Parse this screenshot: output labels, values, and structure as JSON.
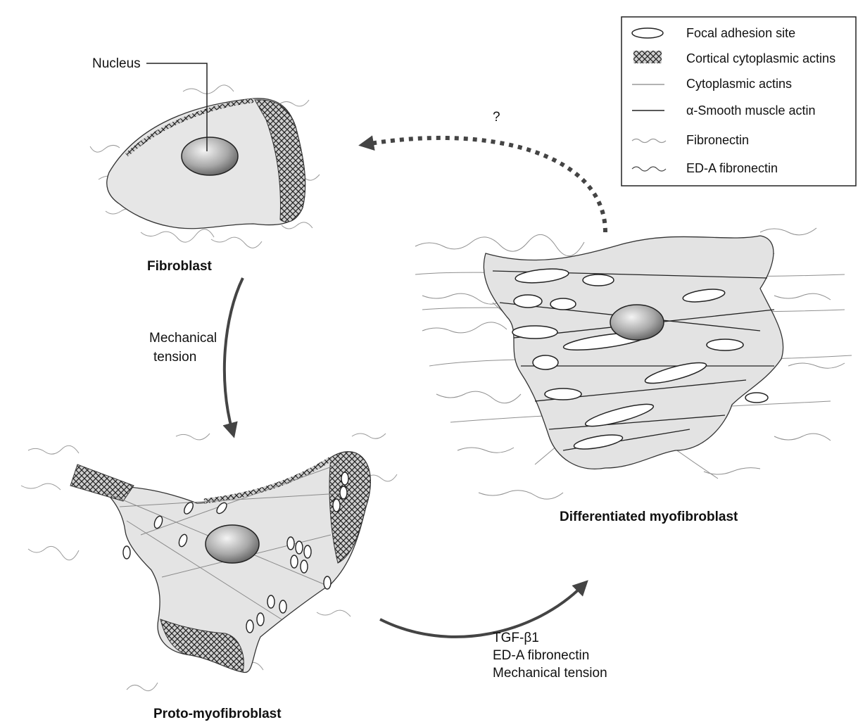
{
  "labels": {
    "nucleus": "Nucleus",
    "fibroblast": "Fibroblast",
    "mechanical_line1": "Mechanical",
    "mechanical_line2": "tension",
    "proto": "Proto-myofibroblast",
    "differentiated": "Differentiated myofibroblast",
    "question": "?",
    "stimuli": [
      "TGF-β1",
      "ED-A fibronectin",
      "Mechanical tension"
    ]
  },
  "legend": [
    {
      "label": "Focal adhesion site",
      "icon": "focal-adhesion-icon"
    },
    {
      "label": "Cortical cytoplasmic actins",
      "icon": "cortical-actin-icon"
    },
    {
      "label": "Cytoplasmic actins",
      "icon": "cytoplasmic-actin-icon"
    },
    {
      "label": "α-Smooth muscle actin",
      "icon": "smooth-muscle-actin-icon"
    },
    {
      "label": "Fibronectin",
      "icon": "fibronectin-icon"
    },
    {
      "label": "ED-A fibronectin",
      "icon": "ed-a-fibronectin-icon"
    }
  ],
  "colors": {
    "cell_fill": "#e8e8e8",
    "line": "#333333",
    "arrow": "#444444",
    "nucleus_light": "#f2f2f2",
    "nucleus_dark": "#6e6e6e"
  }
}
